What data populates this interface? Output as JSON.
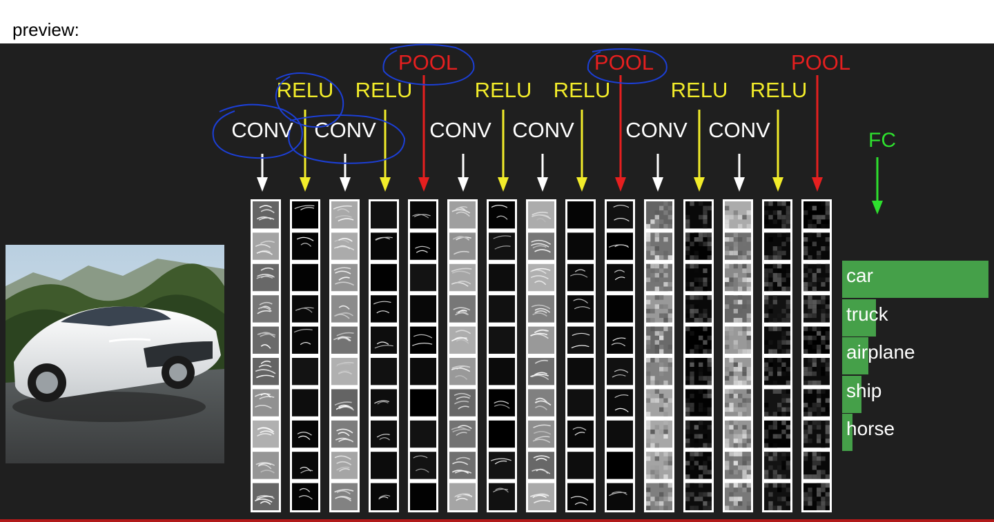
{
  "preview_label": "preview:",
  "operations": [
    {
      "label": "CONV",
      "kind": "conv"
    },
    {
      "label": "RELU",
      "kind": "relu"
    },
    {
      "label": "CONV",
      "kind": "conv"
    },
    {
      "label": "RELU",
      "kind": "relu"
    },
    {
      "label": "POOL",
      "kind": "pool"
    },
    {
      "label": "CONV",
      "kind": "conv"
    },
    {
      "label": "RELU",
      "kind": "relu"
    },
    {
      "label": "CONV",
      "kind": "conv"
    },
    {
      "label": "RELU",
      "kind": "relu"
    },
    {
      "label": "POOL",
      "kind": "pool"
    },
    {
      "label": "CONV",
      "kind": "conv"
    },
    {
      "label": "RELU",
      "kind": "relu"
    },
    {
      "label": "CONV",
      "kind": "conv"
    },
    {
      "label": "RELU",
      "kind": "relu"
    },
    {
      "label": "POOL",
      "kind": "pool"
    }
  ],
  "fc_label": "FC",
  "class_scores": [
    {
      "label": "car",
      "score": 1.0
    },
    {
      "label": "truck",
      "score": 0.23
    },
    {
      "label": "airplane",
      "score": 0.18
    },
    {
      "label": "ship",
      "score": 0.13
    },
    {
      "label": "horse",
      "score": 0.07
    }
  ],
  "colors": {
    "background": "#1f1f1f",
    "conv": "#ffffff",
    "relu": "#f2ec2a",
    "pool": "#e61f1f",
    "fc": "#2ee02e",
    "score_bar": "#45a049",
    "annotation": "#1c3fd6"
  }
}
